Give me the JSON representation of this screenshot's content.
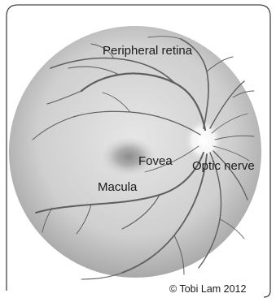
{
  "labels": {
    "peripheral_retina": "Peripheral retina",
    "fovea": "Fovea",
    "optic_nerve": "Optic nerve",
    "macula": "Macula"
  },
  "credit": "© Tobi Lam 2012",
  "colors": {
    "retina_edge": "#9a9a9a",
    "retina_center": "#e3e3e3",
    "fovea_spot": "#8c8c8c",
    "vessel": "#5f5f5f",
    "optic_disc": "#fbfbfb",
    "frame": "#444444"
  }
}
